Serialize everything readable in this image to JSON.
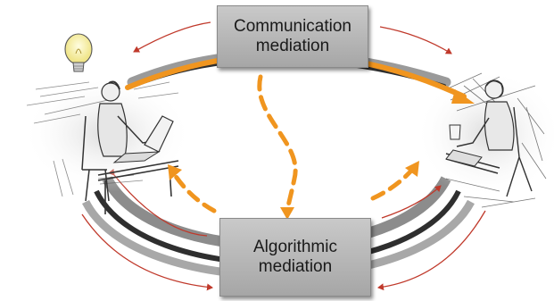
{
  "diagram": {
    "nodes": {
      "communication": {
        "line1": "Communication",
        "line2": "mediation"
      },
      "algorithmic": {
        "line1": "Algorithmic",
        "line2": "mediation"
      }
    },
    "participants": [
      {
        "role": "left-person",
        "icon": "lightbulb-icon"
      },
      {
        "role": "right-person"
      }
    ],
    "colors": {
      "accent_orange": "#f0951f",
      "loop_dark": "#2f2f2f",
      "loop_gray": "#8c8c8c",
      "thin_arrow_red": "#c0392b",
      "box_fill": "#b4b4b4"
    }
  }
}
